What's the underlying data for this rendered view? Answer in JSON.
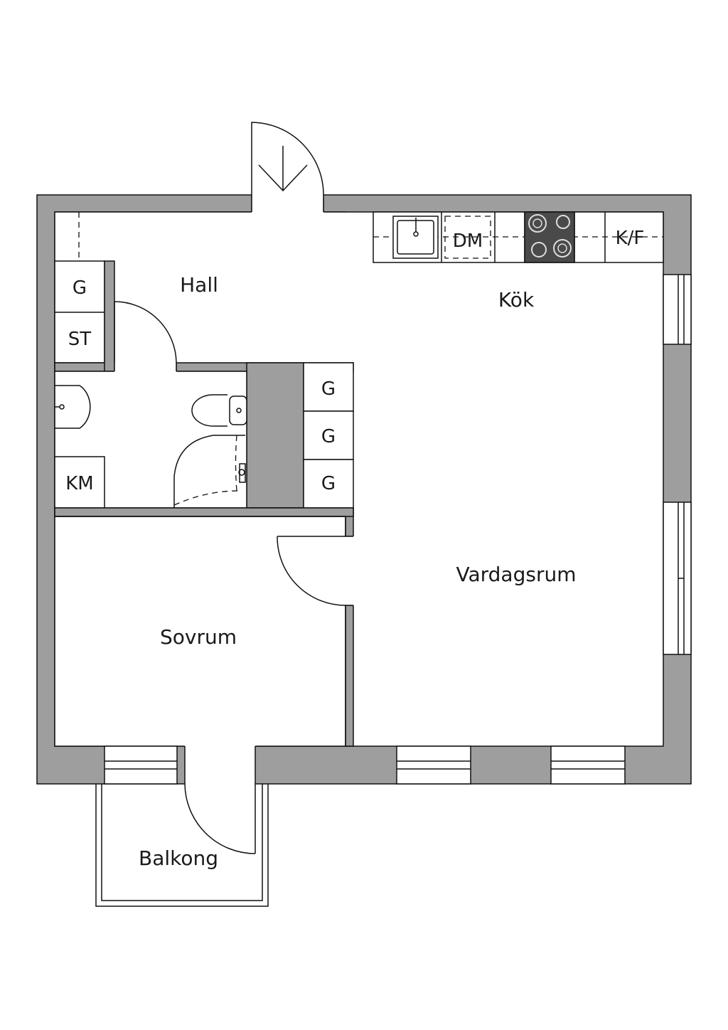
{
  "rooms": {
    "hall": "Hall",
    "kok": "Kök",
    "vardagsrum": "Vardagsrum",
    "sovrum": "Sovrum",
    "balkong": "Balkong"
  },
  "fixtures": {
    "hall_g": "G",
    "hall_st": "ST",
    "bath_km": "KM",
    "closet_g1": "G",
    "closet_g2": "G",
    "closet_g3": "G",
    "kitchen_dm": "DM",
    "kitchen_kf": "K/F"
  },
  "colors": {
    "wall": "#9e9e9e",
    "stove": "#4a4a4a",
    "line": "#111111"
  }
}
